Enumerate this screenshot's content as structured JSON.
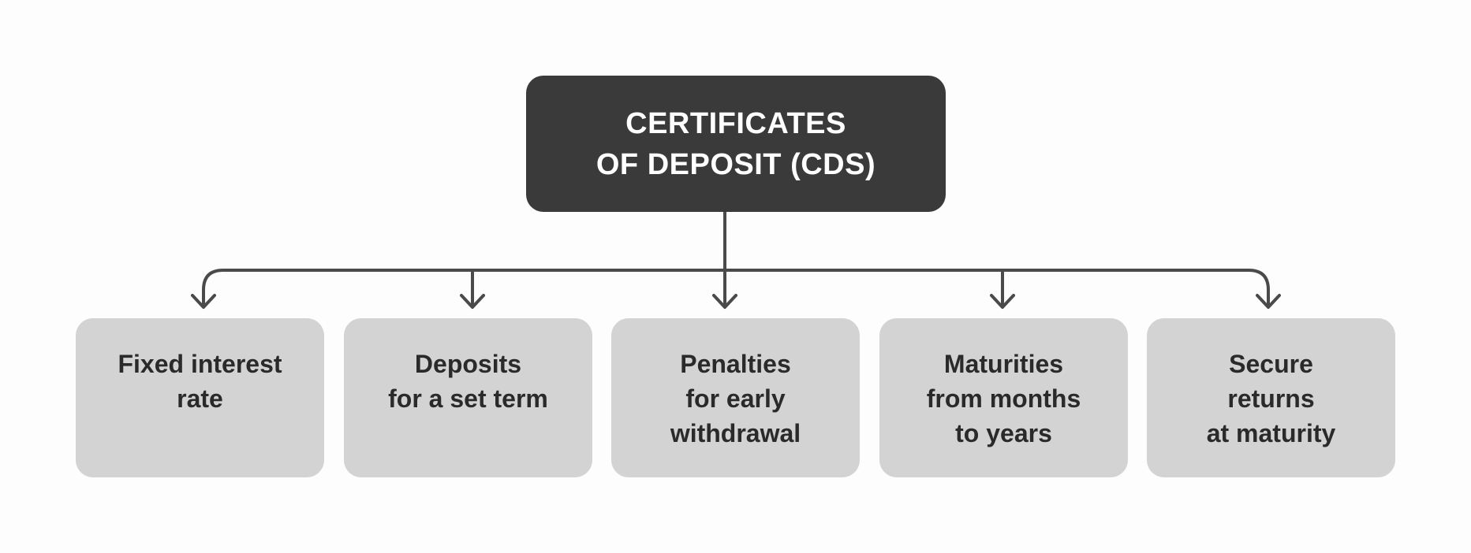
{
  "root": {
    "lines": [
      "CERTIFICATES",
      "OF DEPOSIT (CDS)"
    ]
  },
  "children": [
    {
      "lines": [
        "Fixed interest",
        "rate"
      ]
    },
    {
      "lines": [
        "Deposits",
        "for a set term"
      ]
    },
    {
      "lines": [
        "Penalties",
        "for early",
        "withdrawal"
      ]
    },
    {
      "lines": [
        "Maturities",
        "from months",
        "to years"
      ]
    },
    {
      "lines": [
        "Secure",
        "returns",
        "at maturity"
      ]
    }
  ],
  "colors": {
    "root_fill": "#3a3a3a",
    "child_fill": "#d3d3d3",
    "connector": "#4a4a4a",
    "background": "#fdfdfd"
  }
}
